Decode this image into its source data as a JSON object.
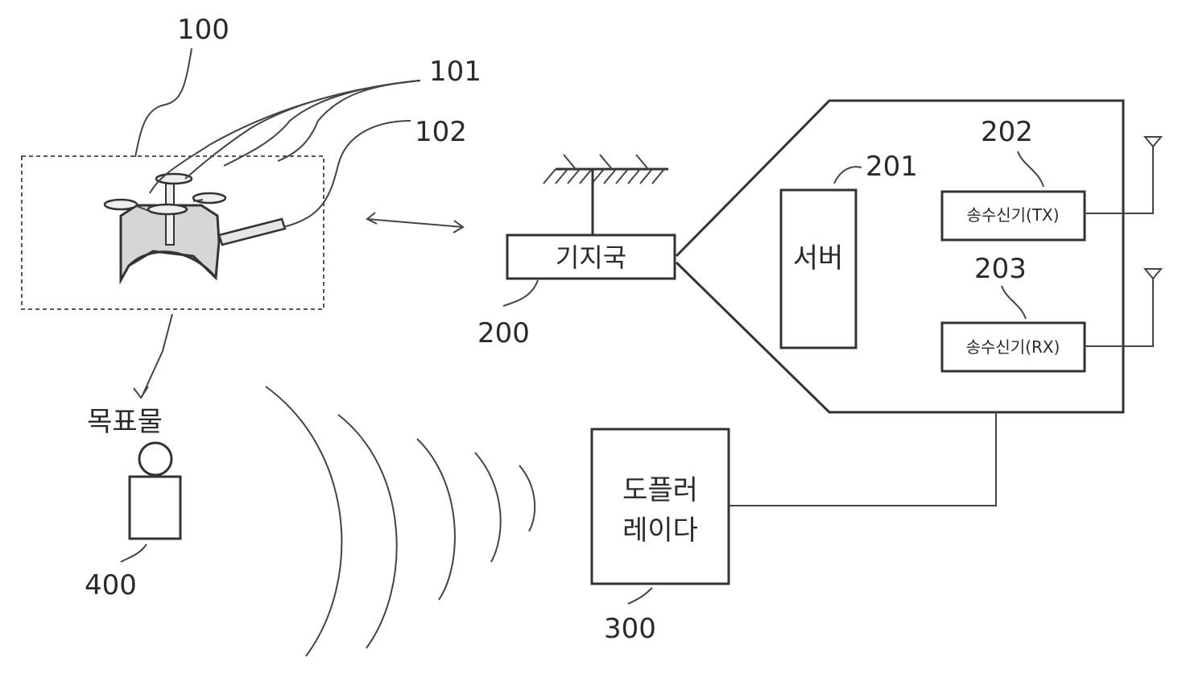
{
  "refs": {
    "drone": "100",
    "propellers": "101",
    "arm": "102",
    "base_station": "200",
    "server": "201",
    "transceiver_tx": "202",
    "transceiver_rx": "203",
    "doppler_radar": "300",
    "target": "400"
  },
  "labels": {
    "base_station": "기지국",
    "server": "서버",
    "transceiver_tx": "송수신기(TX)",
    "transceiver_rx": "송수신기(RX)",
    "doppler_radar_line1": "도플러",
    "doppler_radar_line2": "레이다",
    "target": "목표물"
  }
}
